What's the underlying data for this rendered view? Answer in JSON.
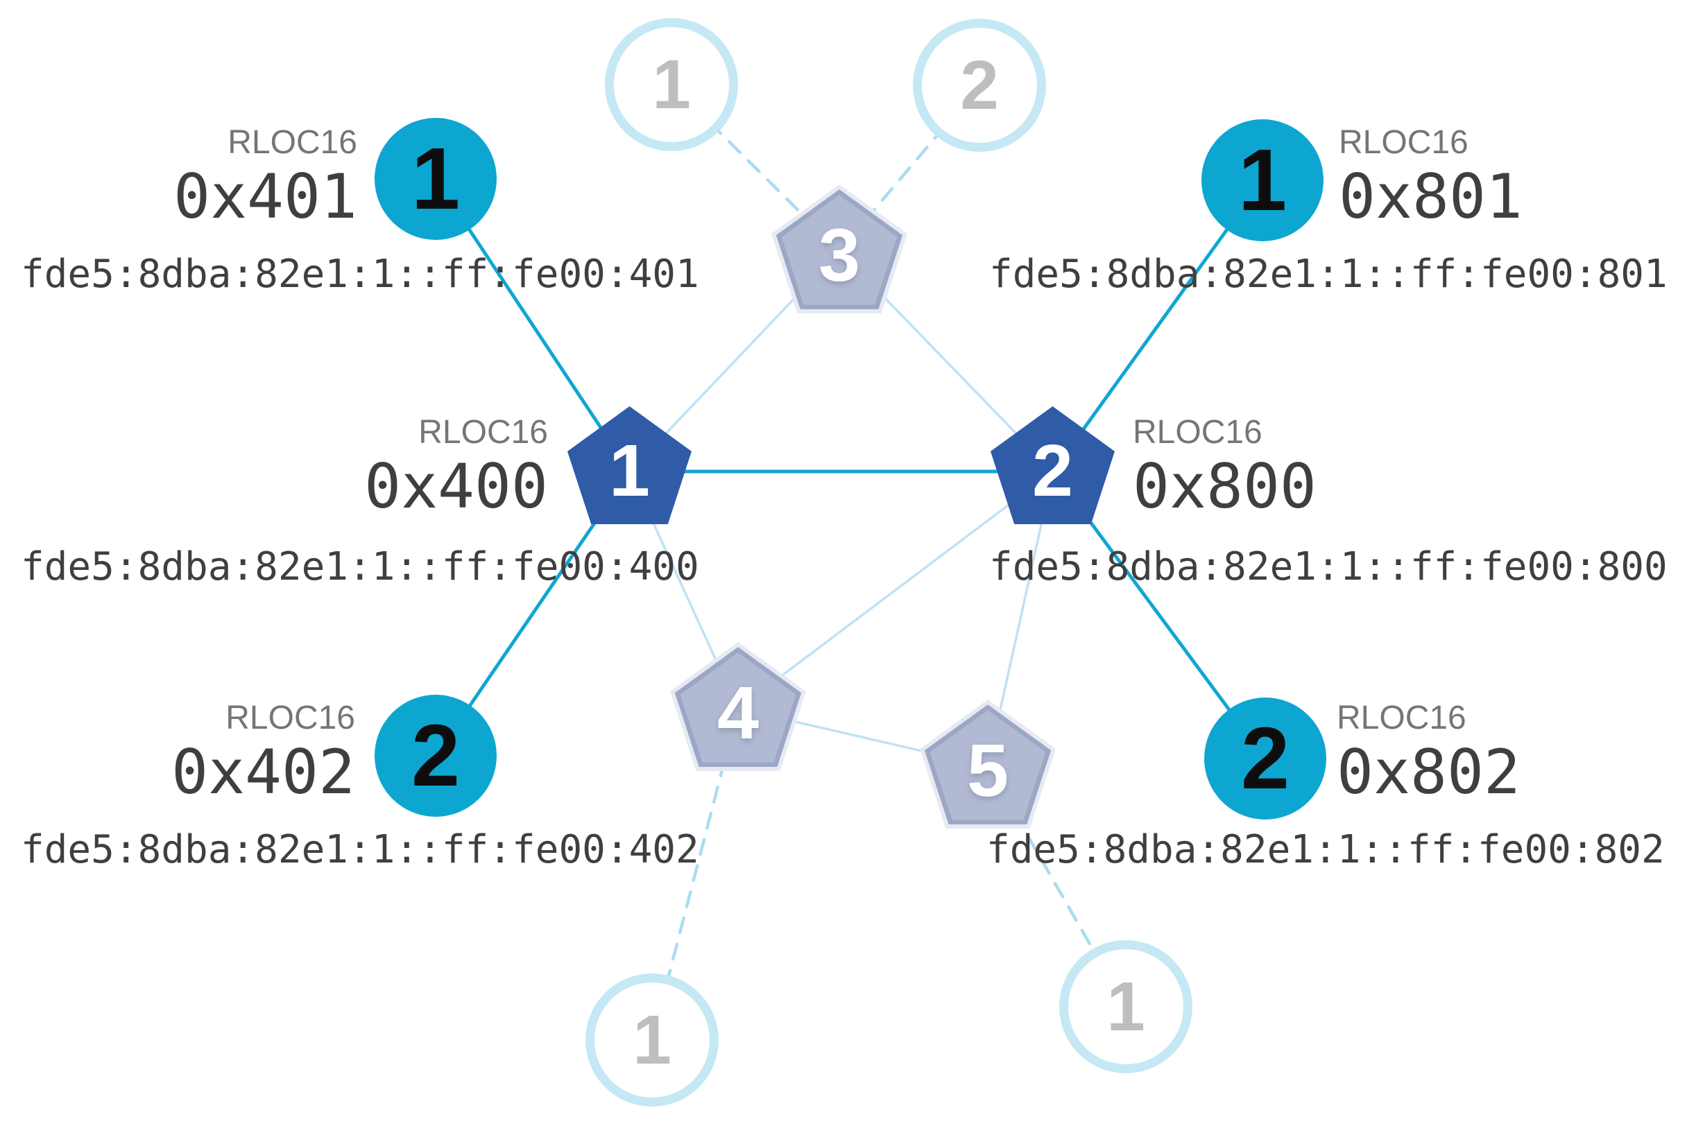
{
  "theme": {
    "router-fill": "#2f5ba7",
    "child-fill": "#0ca6d1",
    "faded-router-fill": "#b1bad2",
    "faded-router-rim": "#9ca7c6",
    "faded-router-halo": "#e7eaf2",
    "faded-child-ring": "#c5e8f5",
    "faded-number": "#bcbec0",
    "link-active": "#10a6d2",
    "link-mesh": "#bfe2f4",
    "link-dashed": "#a9dcef",
    "label-gray": "#757575",
    "text-dark": "#3f3f3f",
    "number-dark": "#0d0d0d",
    "number-light": "#ffffff"
  },
  "diagram": {
    "routers": [
      {
        "number": "1",
        "rloc16_label": "RLOC16",
        "rloc16": "0x400",
        "ipv6": "fde5:8dba:82e1:1::ff:fe00:400"
      },
      {
        "number": "2",
        "rloc16_label": "RLOC16",
        "rloc16": "0x800",
        "ipv6": "fde5:8dba:82e1:1::ff:fe00:800"
      }
    ],
    "end_devices": [
      {
        "number": "1",
        "rloc16_label": "RLOC16",
        "rloc16": "0x401",
        "ipv6": "fde5:8dba:82e1:1::ff:fe00:401"
      },
      {
        "number": "1",
        "rloc16_label": "RLOC16",
        "rloc16": "0x801",
        "ipv6": "fde5:8dba:82e1:1::ff:fe00:801"
      },
      {
        "number": "2",
        "rloc16_label": "RLOC16",
        "rloc16": "0x402",
        "ipv6": "fde5:8dba:82e1:1::ff:fe00:402"
      },
      {
        "number": "2",
        "rloc16_label": "RLOC16",
        "rloc16": "0x802",
        "ipv6": "fde5:8dba:82e1:1::ff:fe00:802"
      }
    ],
    "faded_routers": [
      {
        "number": "3"
      },
      {
        "number": "4"
      },
      {
        "number": "5"
      }
    ],
    "faded_end_devices": [
      {
        "number": "1"
      },
      {
        "number": "2"
      },
      {
        "number": "1"
      },
      {
        "number": "1"
      }
    ]
  }
}
